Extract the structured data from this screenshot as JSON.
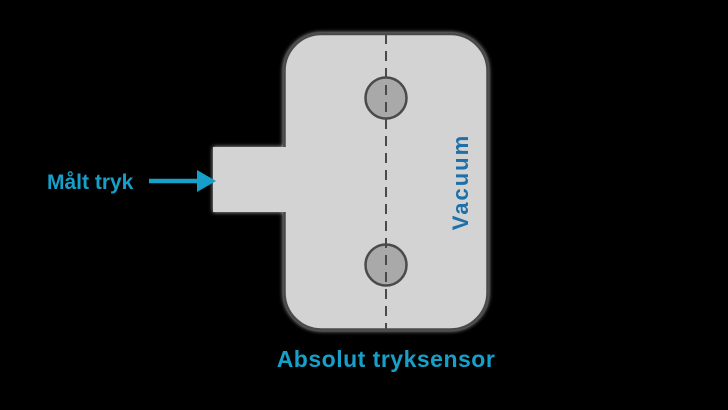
{
  "diagram": {
    "title": "Absolut tryksensor",
    "pressure_label": "Målt tryk",
    "vacuum_label": "Vacuum",
    "arrow_icon": "right-arrow-icon"
  },
  "colors": {
    "accent_cyan": "#16a0c9",
    "vacuum_blue": "#1f6fa8",
    "body_fill": "#d3d3d3",
    "circle_fill": "#a9a9a9",
    "outline_gray": "#4a4a4a",
    "background": "#000000"
  }
}
